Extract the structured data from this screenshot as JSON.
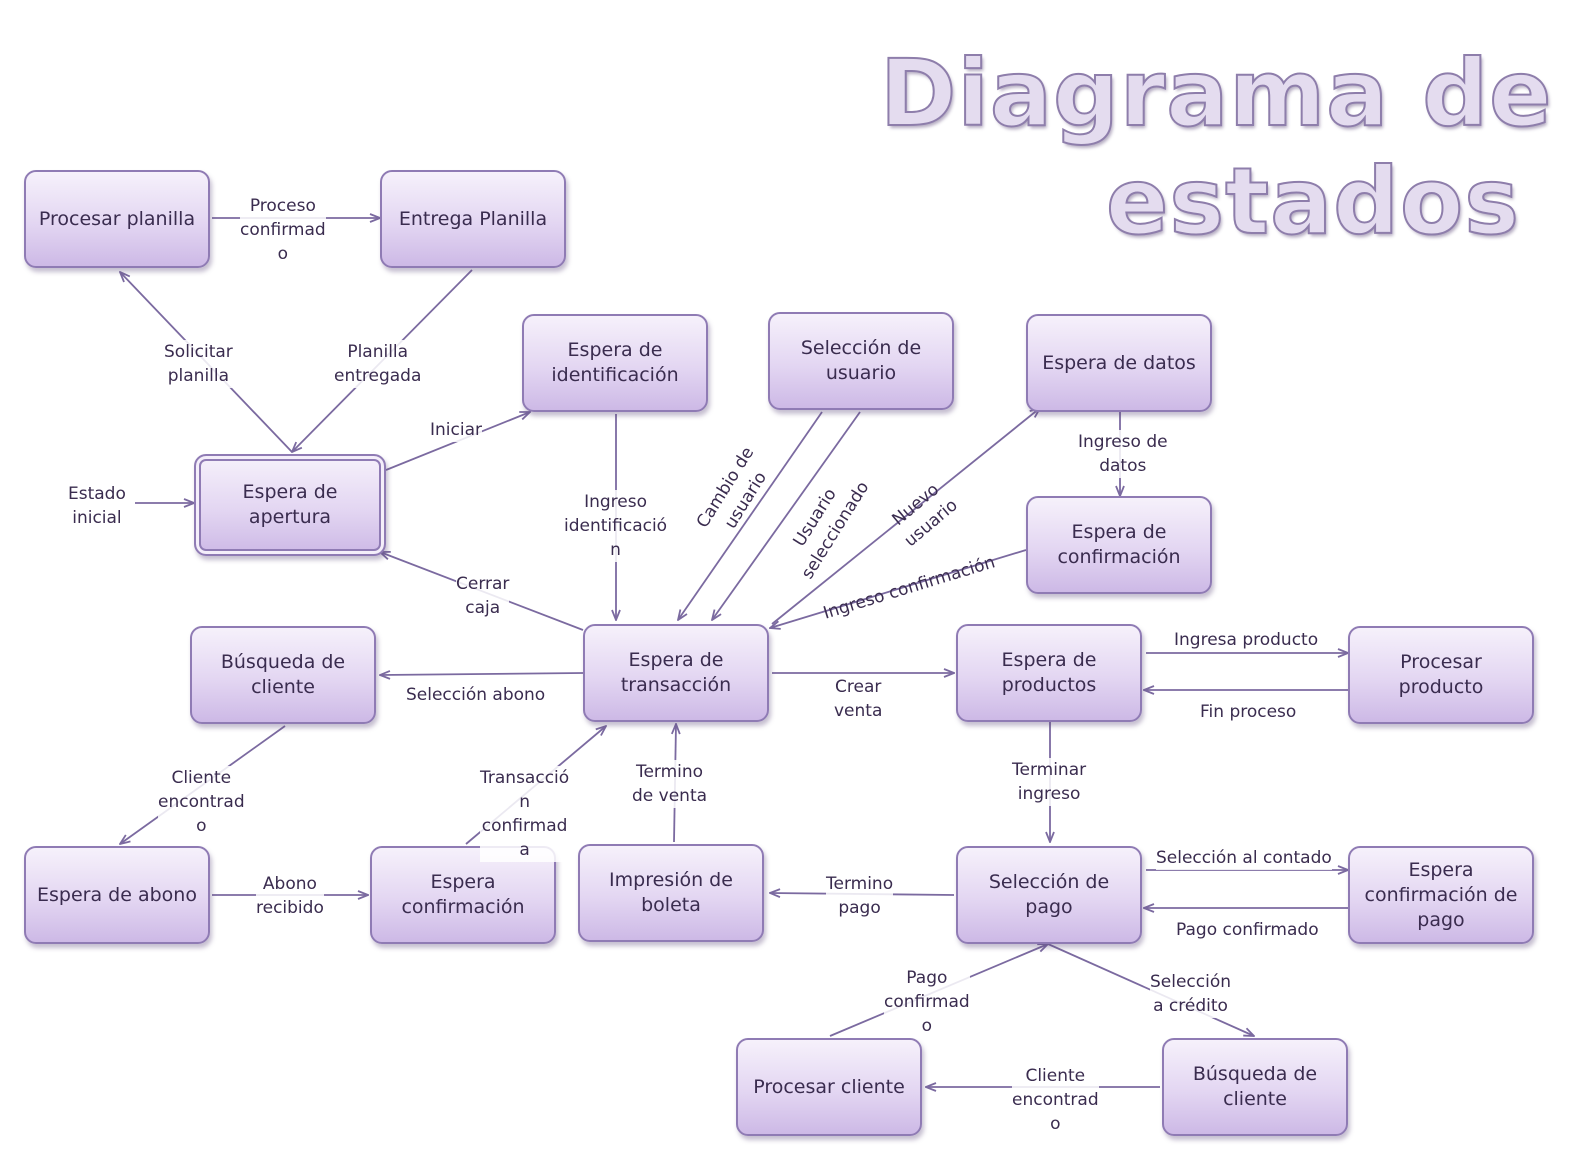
{
  "title": {
    "line1": "Diagrama de",
    "line2": "estados"
  },
  "colors": {
    "node_border": "#8f7bb4",
    "node_fill": "#e3d6f2",
    "arrow": "#7b6aa0",
    "text": "#3a2c4f"
  },
  "nodes": {
    "procesar_planilla": "Procesar planilla",
    "entrega_planilla": "Entrega Planilla",
    "espera_identificacion": "Espera de identificación",
    "seleccion_usuario": "Selección de usuario",
    "espera_datos": "Espera de datos",
    "espera_apertura": "Espera de apertura",
    "espera_confirmacion": "Espera de confirmación",
    "busqueda_cliente_1": "Búsqueda de cliente",
    "espera_transaccion": "Espera de transacción",
    "espera_productos": "Espera de productos",
    "procesar_producto": "Procesar producto",
    "espera_abono": "Espera de abono",
    "espera_confirmacion_2": "Espera confirmación",
    "impresion_boleta": "Impresión de boleta",
    "seleccion_pago": "Selección de pago",
    "espera_confirmacion_pago": "Espera confirmación de pago",
    "procesar_cliente": "Procesar cliente",
    "busqueda_cliente_2": "Búsqueda de cliente"
  },
  "edges": {
    "proceso_confirmado": [
      "Proceso",
      "confirmad",
      "o"
    ],
    "solicitar_planilla": [
      "Solicitar",
      "planilla"
    ],
    "planilla_entregada": [
      "Planilla",
      "entregada"
    ],
    "iniciar": [
      "Iniciar"
    ],
    "estado_inicial": [
      "Estado",
      "inicial"
    ],
    "ingreso_identificacion": [
      "Ingreso",
      "identificació",
      "n"
    ],
    "cambio_usuario": [
      "Cambio de",
      "usuario"
    ],
    "usuario_seleccionado": [
      "Usuario",
      "seleccionado"
    ],
    "nuevo_usuario": [
      "Nuevo",
      "usuario"
    ],
    "ingreso_datos": [
      "Ingreso de",
      "datos"
    ],
    "ingreso_confirmacion": [
      "Ingreso confirmación"
    ],
    "cerrar_caja": [
      "Cerrar",
      "caja"
    ],
    "seleccion_abono": [
      "Selección abono"
    ],
    "crear_venta": [
      "Crear",
      "venta"
    ],
    "ingresa_producto": [
      "Ingresa producto"
    ],
    "fin_proceso": [
      "Fin proceso"
    ],
    "cliente_encontrado_1": [
      "Cliente",
      "encontrad",
      "o"
    ],
    "transaccion_confirmada": [
      "Transacció",
      "n",
      "confirmad",
      "a"
    ],
    "termino_venta": [
      "Termino",
      "de venta"
    ],
    "terminar_ingreso": [
      "Terminar",
      "ingreso"
    ],
    "abono_recibido": [
      "Abono",
      "recibido"
    ],
    "termino_pago": [
      "Termino",
      "pago"
    ],
    "seleccion_contado": [
      "Selección al contado"
    ],
    "pago_confirmado_1": [
      "Pago confirmado"
    ],
    "pago_confirmado_2": [
      "Pago",
      "confirmad",
      "o"
    ],
    "seleccion_credito": [
      "Selección",
      "a crédito"
    ],
    "cliente_encontrado_2": [
      "Cliente",
      "encontrad",
      "o"
    ]
  }
}
